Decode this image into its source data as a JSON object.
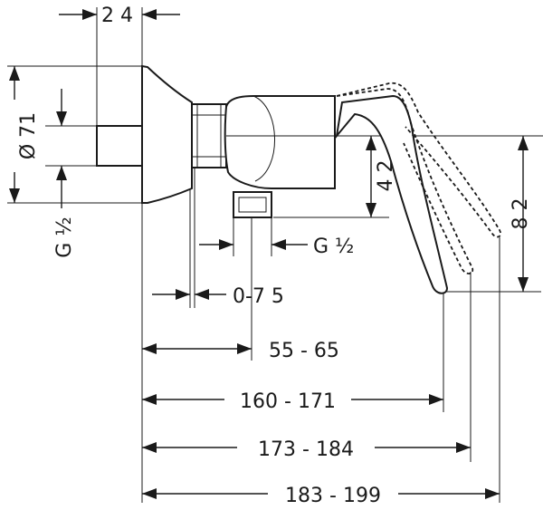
{
  "dimensions": {
    "d_24": "2 4",
    "d_71": "Ø 71",
    "thread_left": "G ½",
    "d_42": "4 2",
    "d_82": "8 2",
    "thread_bottom": "G ½",
    "d_0_75": "0-7 5",
    "d_55_65": "55 - 65",
    "d_160_171": "160 - 171",
    "d_173_184": "173 - 184",
    "d_183_199": "183 - 199"
  }
}
